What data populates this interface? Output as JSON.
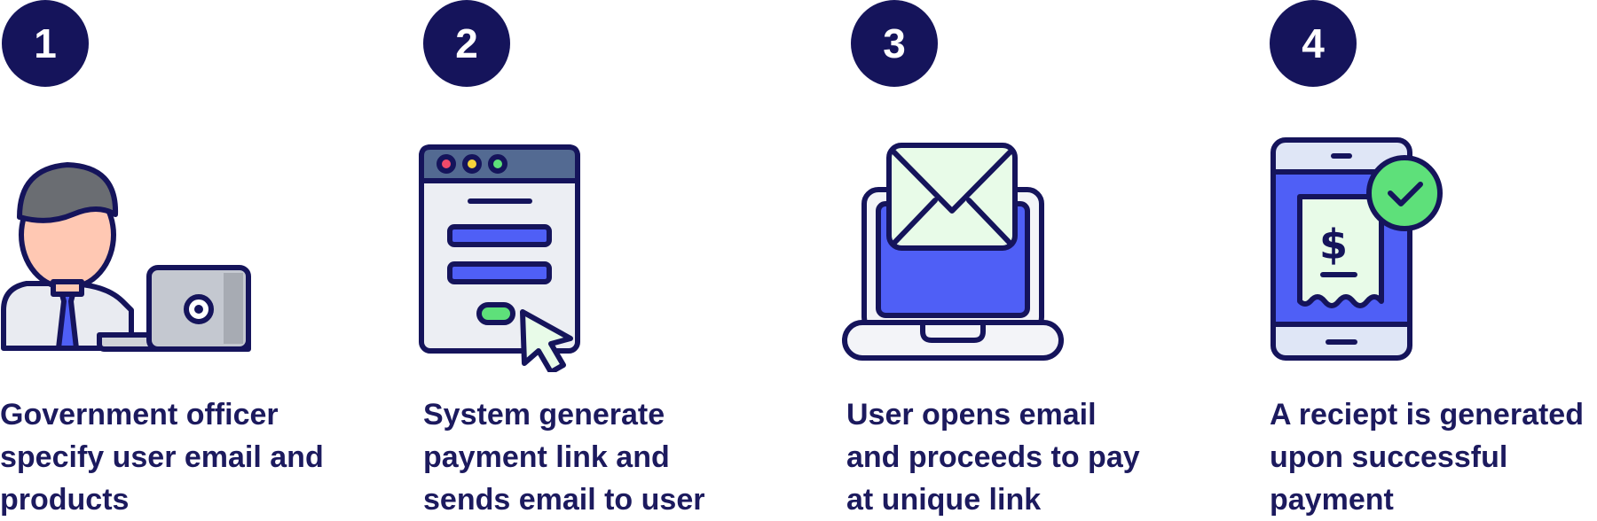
{
  "steps": [
    {
      "number": "1",
      "icon": "government-officer-laptop-icon",
      "text": "Government officer\nspecify user email and\nproducts"
    },
    {
      "number": "2",
      "icon": "browser-window-cursor-icon",
      "text": "System generate\npayment link and\nsends email to user"
    },
    {
      "number": "3",
      "icon": "laptop-email-icon",
      "text": "User opens email\nand proceeds to pay\nat unique link"
    },
    {
      "number": "4",
      "icon": "phone-receipt-check-icon",
      "text": "A reciept is generated\nupon successful\npayment"
    }
  ],
  "colors": {
    "navy": "#15145b",
    "text": "#1c1a5e",
    "accent_blue": "#4f5ff6",
    "green": "#5ee07a",
    "mint": "#e8fbe8"
  }
}
